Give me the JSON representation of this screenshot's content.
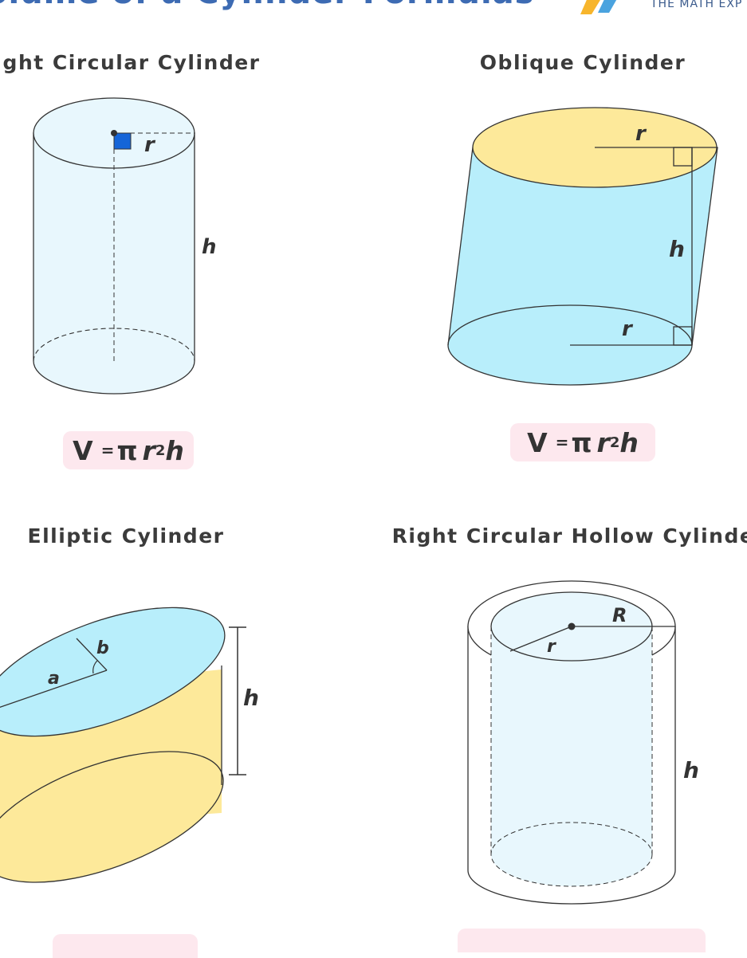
{
  "header": {
    "title": "olume of a Cylinder Formulas",
    "brand": "THE MATH EXP"
  },
  "colors": {
    "title": "#3d6bb3",
    "light_blue": "#e8f7fd",
    "cyan": "#b8eefb",
    "yellow": "#fde99a",
    "formula_bg": "#fde8ee",
    "marker": "#1565d8",
    "logo_yellow": "#f7b52c",
    "logo_blue": "#4aa3df"
  },
  "sections": {
    "right": {
      "title": "ight Circular Cylinder",
      "label_r": "r",
      "label_h": "h",
      "formula": {
        "v": "V",
        "eq": "=",
        "pi": "π",
        "r": "r",
        "exp": "2",
        "h": "h"
      }
    },
    "oblique": {
      "title": "Oblique Cylinder",
      "label_r_top": "r",
      "label_r_bottom": "r",
      "label_h": "h",
      "formula": {
        "v": "V",
        "eq": "=",
        "pi": "π",
        "r": "r",
        "exp": "2",
        "h": "h"
      }
    },
    "elliptic": {
      "title": "Elliptic Cylinder",
      "label_a": "a",
      "label_b": "b",
      "label_h": "h"
    },
    "hollow": {
      "title": "Right Circular Hollow Cylinde",
      "label_R": "R",
      "label_r": "r",
      "label_h": "h"
    }
  }
}
